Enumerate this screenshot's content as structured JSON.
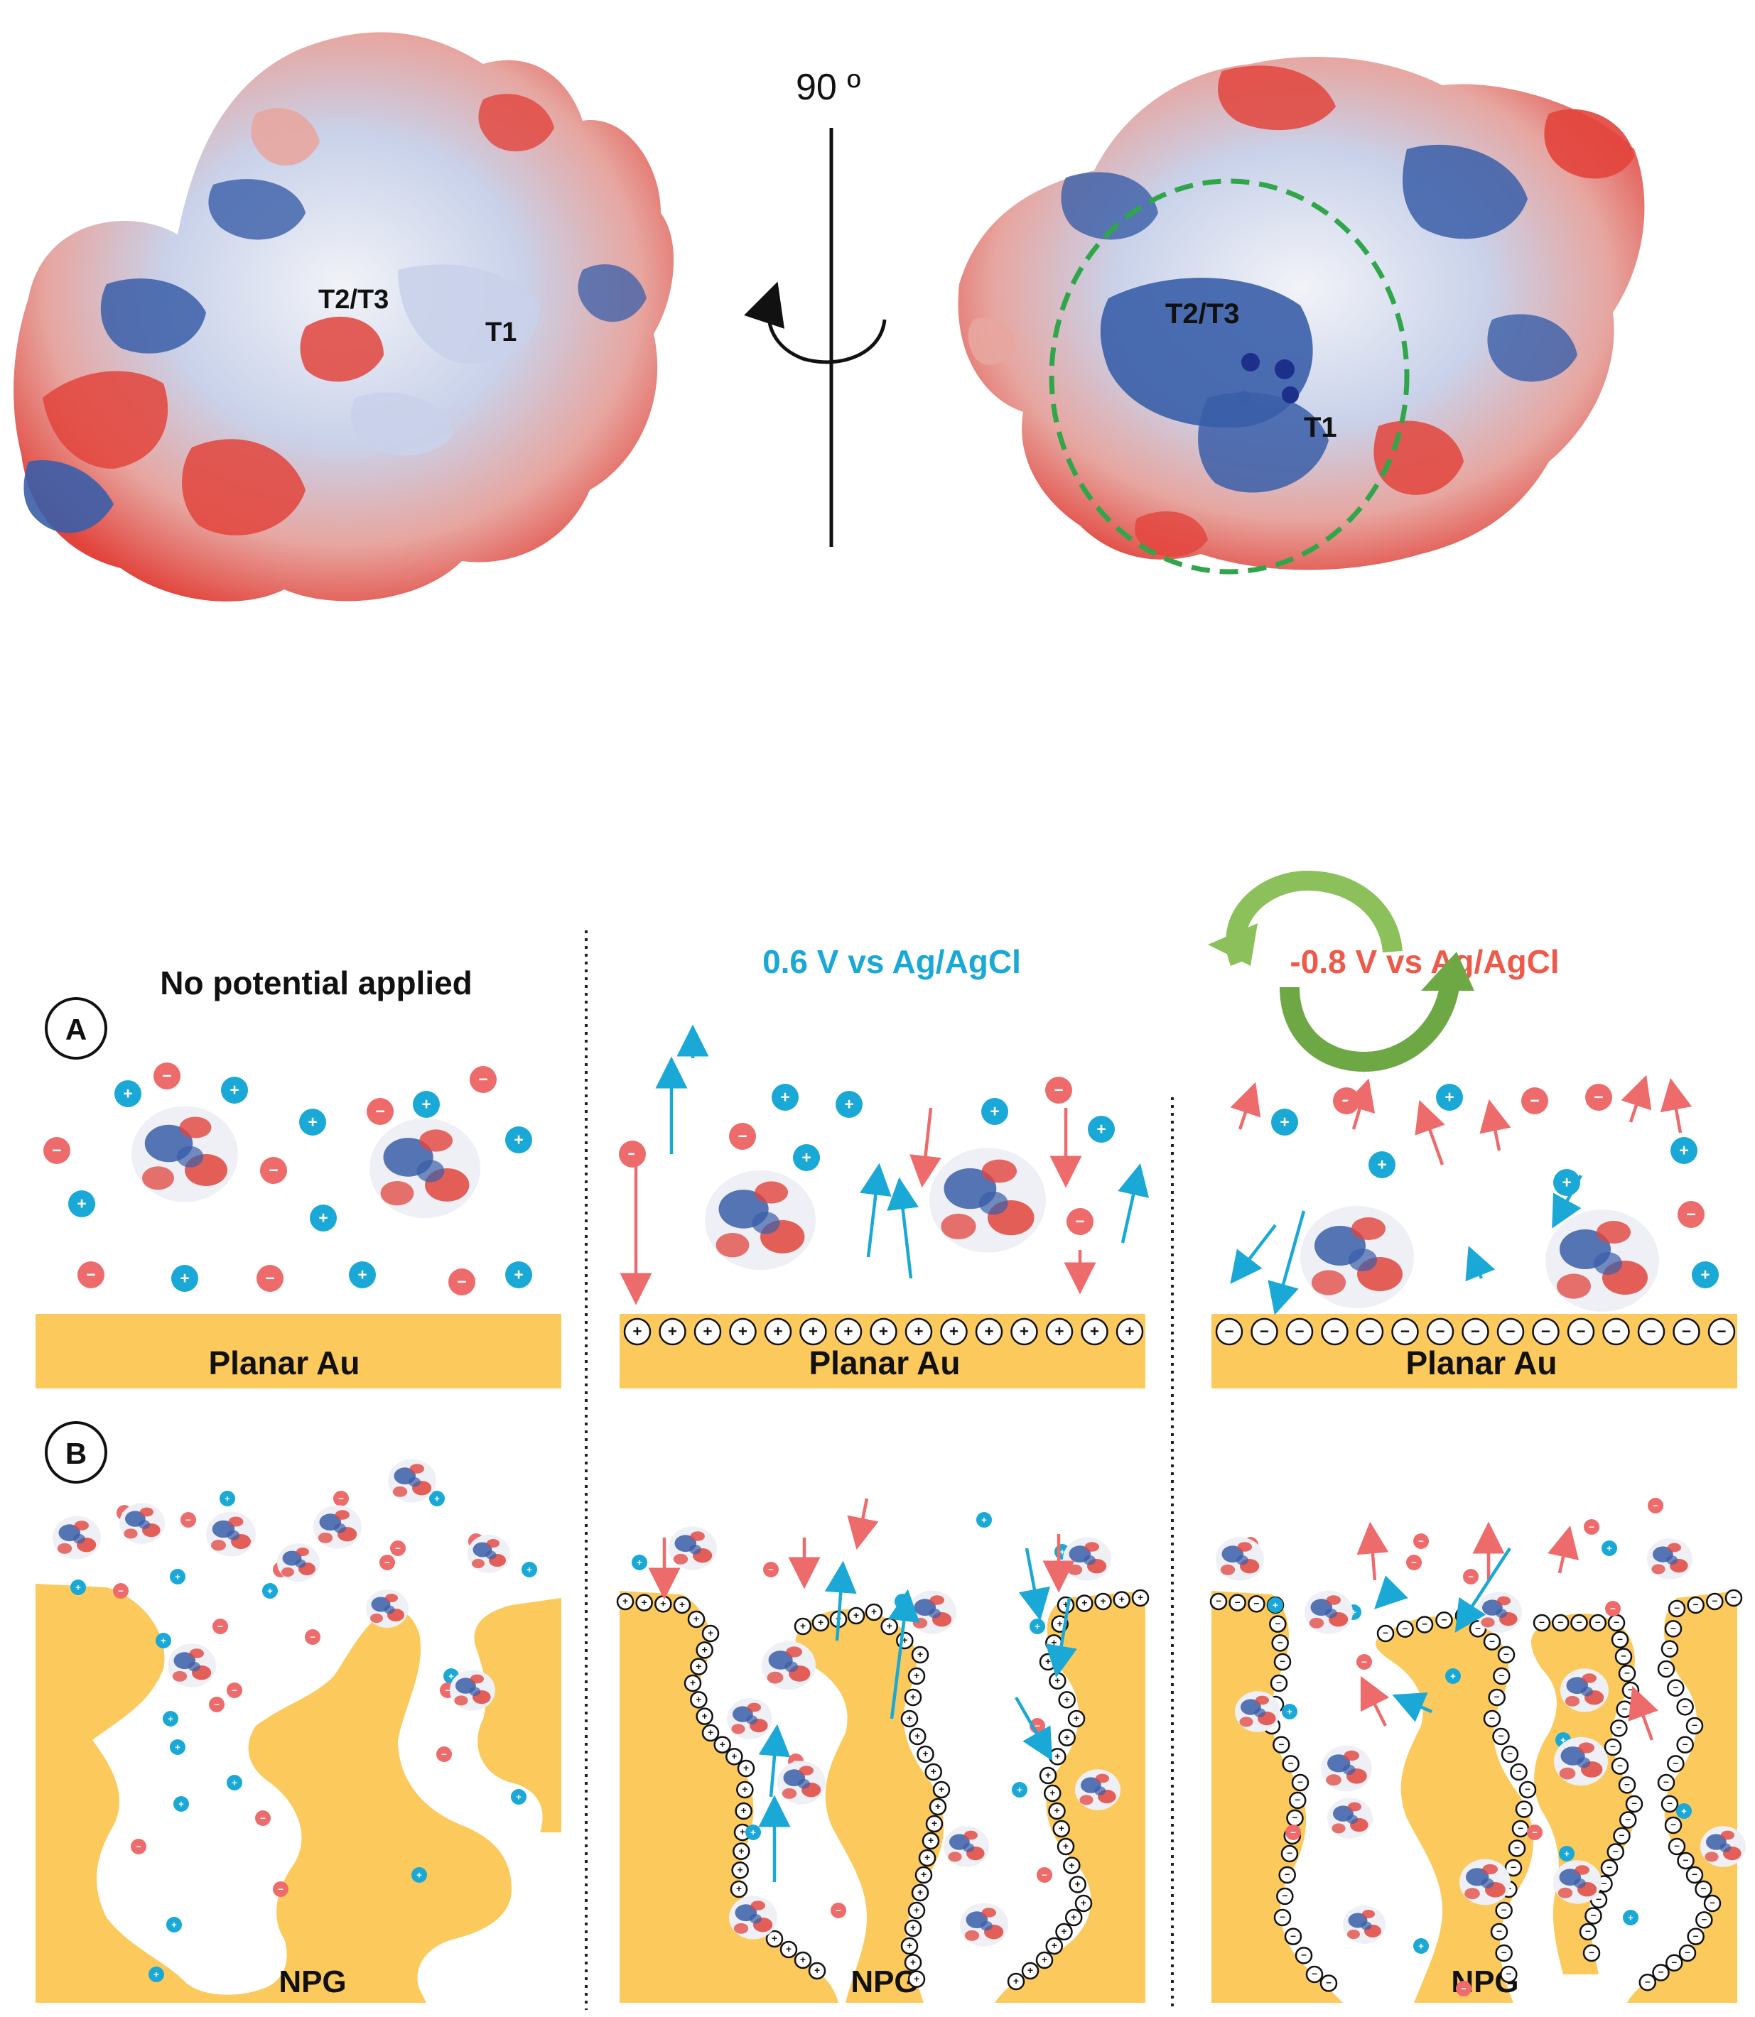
{
  "top": {
    "rotation_label": "90 º",
    "left_site_t2t3": "T2/T3",
    "left_site_t1": "T1",
    "right_site_t2t3": "T2/T3",
    "right_site_t1": "T1"
  },
  "bottom": {
    "no_potential": "No potential applied",
    "positive_potential": "0.6 V vs Ag/AgCl",
    "negative_potential": "-0.8 V vs Ag/AgCl",
    "row_a": "A",
    "row_b": "B",
    "planar_au": "Planar Au",
    "npg": "NPG",
    "plus_sign": "+",
    "minus_sign": "−"
  },
  "colors": {
    "positive_ion": "#1aa8d6",
    "negative_ion": "#ee6b6b",
    "gold": "#fbc95c",
    "cycle_arrow": "#7cb84a",
    "positive_text": "#1aa8d6",
    "negative_text": "#ee5a4a",
    "protein_red": "#e2443c",
    "protein_blue": "#3a5ea8",
    "protein_white": "#eef0f6",
    "ring_green": "#2fa64a"
  }
}
